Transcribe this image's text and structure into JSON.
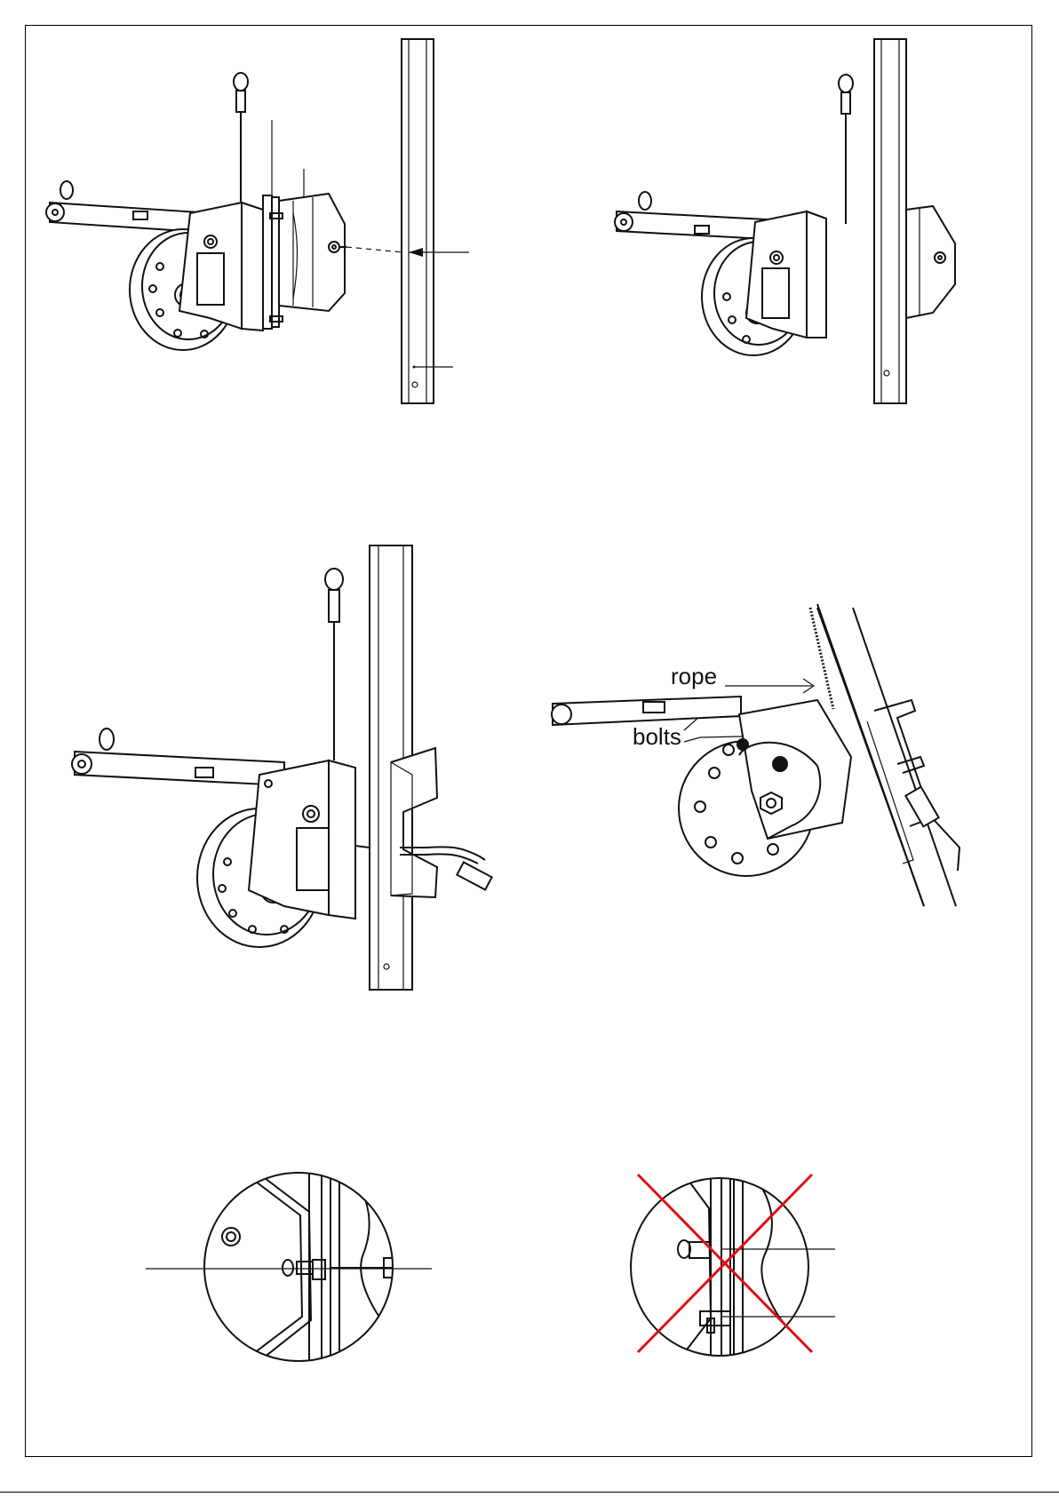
{
  "labels": {
    "rope": "rope",
    "bolts": "bolts"
  },
  "colors": {
    "line": "#111111",
    "cross": "#e01010",
    "background": "#ffffff"
  },
  "figures": [
    {
      "name": "winch-with-bracket-exploded"
    },
    {
      "name": "winch-mounted-on-post"
    },
    {
      "name": "winch-mounted-with-handle"
    },
    {
      "name": "bolts-rope-detail"
    },
    {
      "name": "correct-mounting-detail"
    },
    {
      "name": "incorrect-mounting-detail"
    }
  ]
}
